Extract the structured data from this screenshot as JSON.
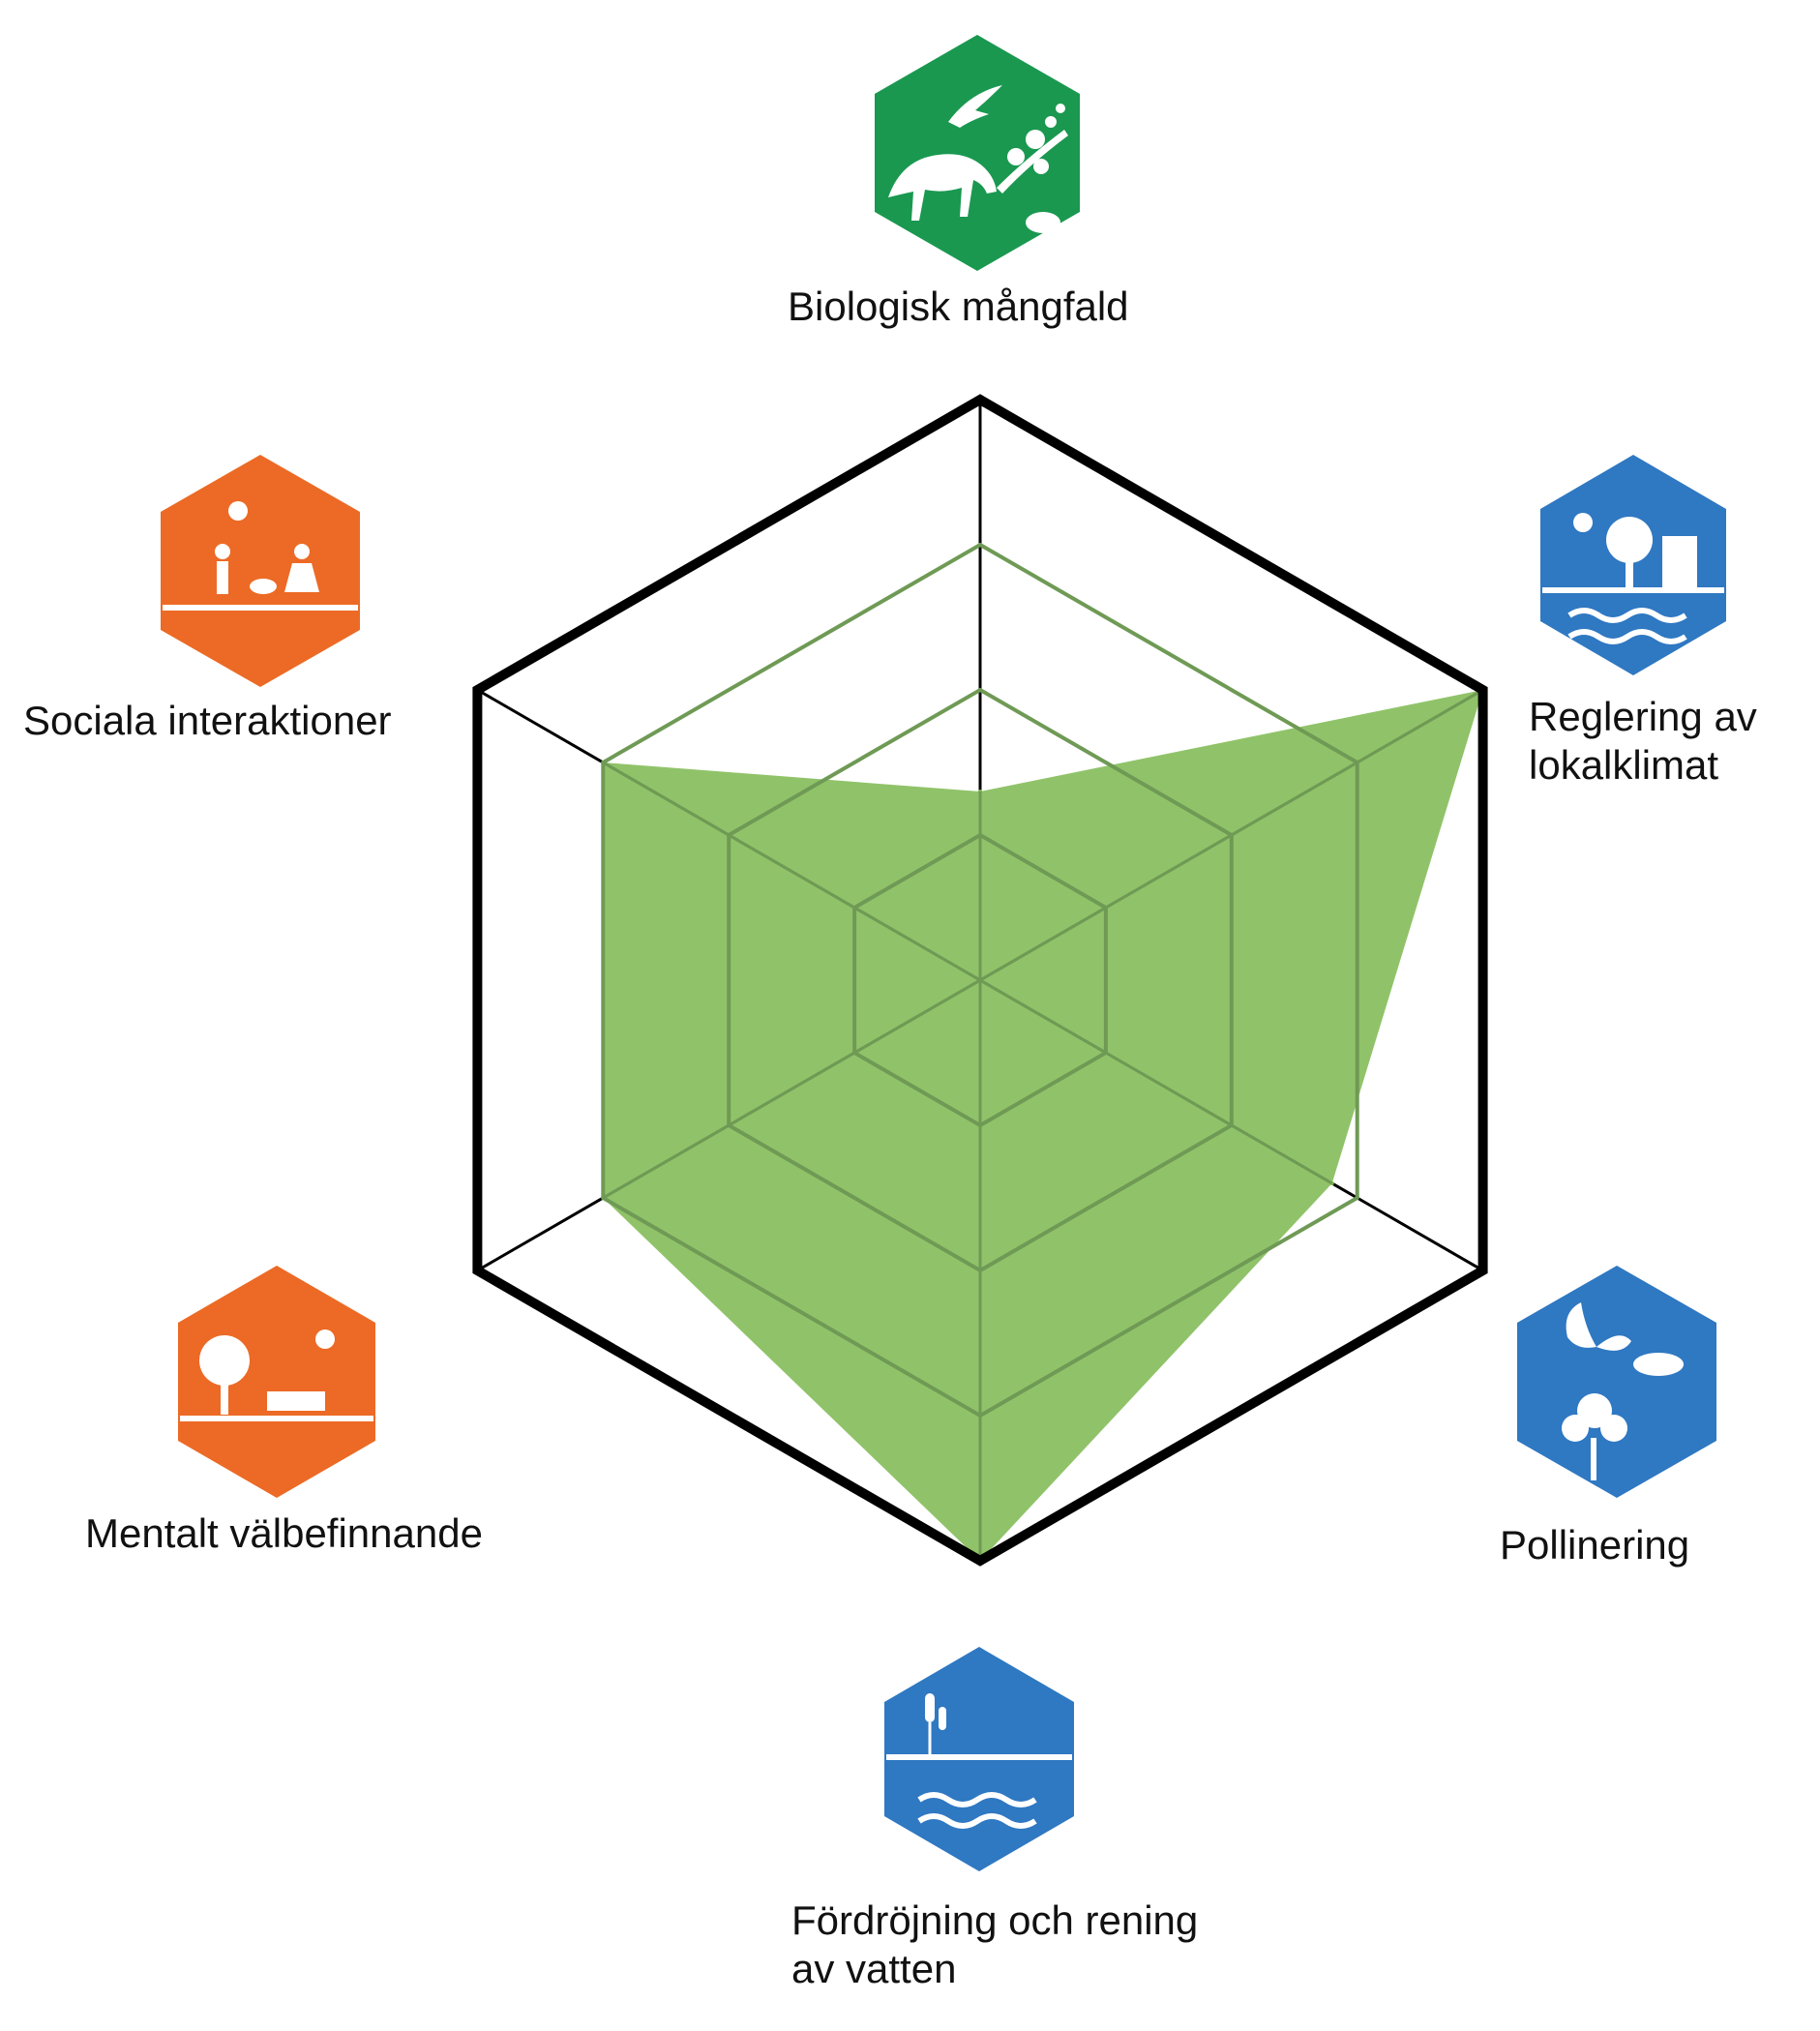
{
  "chart_data": {
    "type": "radar",
    "rings": 4,
    "range": [
      0,
      4
    ],
    "fill_color": "#7cb84f",
    "frame_color": "#000000",
    "grid_color": "#6f9a55",
    "axes": [
      {
        "key": "biologisk",
        "label_lines": [
          "Biologisk mångfald"
        ],
        "icon": "biodiversity-icon",
        "icon_color": "#1a9850",
        "value": 1.3
      },
      {
        "key": "lokalklimat",
        "label_lines": [
          "Reglering av",
          "lokalklimat"
        ],
        "icon": "local-climate-icon",
        "icon_color": "#2f78c2",
        "value": 4.0
      },
      {
        "key": "pollinering",
        "label_lines": [
          "Pollinering"
        ],
        "icon": "pollination-icon",
        "icon_color": "#2f78c2",
        "value": 2.8
      },
      {
        "key": "vatten",
        "label_lines": [
          "Fördröjning och rening",
          "av vatten"
        ],
        "icon": "water-retention-icon",
        "icon_color": "#2f78c2",
        "value": 4.0
      },
      {
        "key": "mentalt",
        "label_lines": [
          "Mentalt välbefinnande"
        ],
        "icon": "mental-wellbeing-icon",
        "icon_color": "#ec6a25",
        "value": 3.0
      },
      {
        "key": "sociala",
        "label_lines": [
          "Sociala interaktioner"
        ],
        "icon": "social-interaction-icon",
        "icon_color": "#ec6a25",
        "value": 3.0
      }
    ]
  }
}
